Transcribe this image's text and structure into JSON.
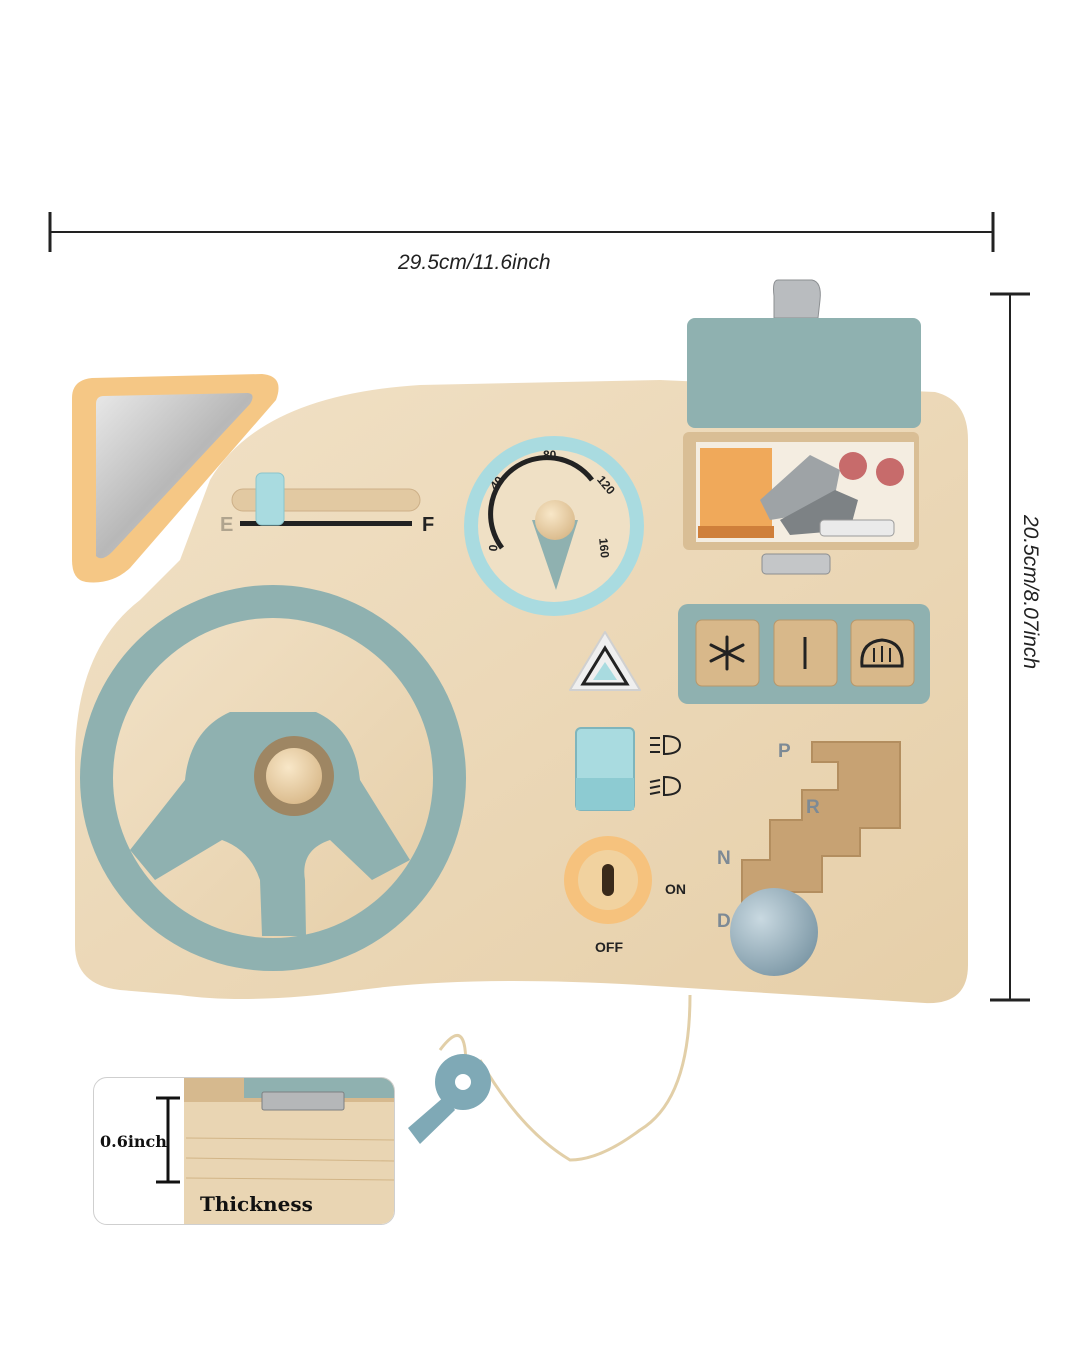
{
  "dimensions": {
    "width_label": "29.5cm/11.6inch",
    "height_label": "20.5cm/8.07inch",
    "thickness_value": "0.6inch",
    "thickness_label": "Thickness"
  },
  "board": {
    "fuel_gauge": {
      "empty_label": "E",
      "full_label": "F"
    },
    "speedometer": {
      "ticks": [
        "0",
        "40",
        "80",
        "120",
        "160"
      ]
    },
    "ignition": {
      "on_label": "ON",
      "off_label": "OFF"
    },
    "gear_shift": {
      "gears": [
        "P",
        "R",
        "N",
        "D"
      ]
    },
    "icons": [
      "snowflake-icon",
      "power-line-icon",
      "rear-defrost-icon",
      "hazard-icon",
      "high-beam-icon",
      "low-beam-icon"
    ]
  },
  "colors": {
    "wood": "#ecd8b8",
    "teal": "#8fb1b0",
    "light_teal": "#a9dbe0",
    "orange": "#f6c27d",
    "ball": "#9cb6c3"
  }
}
